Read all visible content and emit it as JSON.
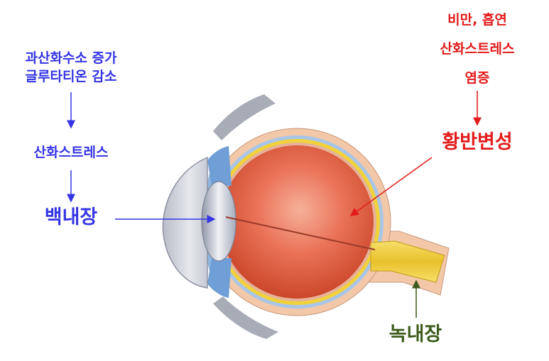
{
  "left": {
    "cause_line1": "과산화수소 증가",
    "cause_line2": "글루타티온 감소",
    "oxidative_stress": "산화스트레스",
    "cataract": "백내장"
  },
  "right": {
    "risk_line1": "비만, 흡연",
    "risk_line2": "산화스트레스",
    "risk_line3": "염증",
    "macular_degeneration": "황반변성"
  },
  "bottom": {
    "glaucoma": "녹내장"
  },
  "colors": {
    "blue_text": "#3535e6",
    "red_text": "#e21b1b",
    "green_text": "#3c5a1a",
    "vitreous": "#e8624a",
    "sclera": "#f2c8a8",
    "retina_yellow": "#f2d23a",
    "choroid_blue": "#a9c6e8",
    "optic_nerve": "#f0d040"
  }
}
